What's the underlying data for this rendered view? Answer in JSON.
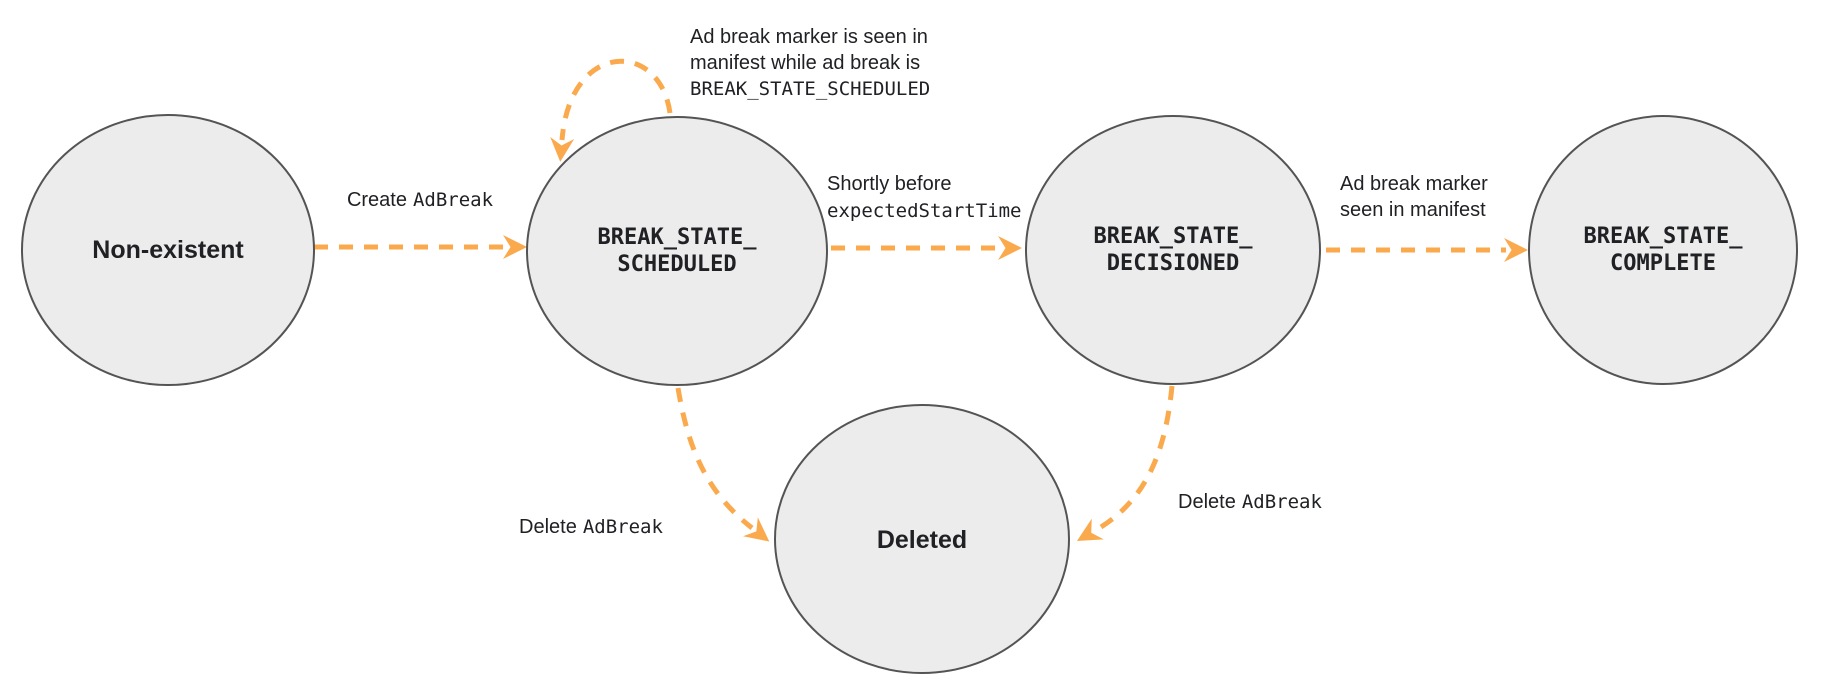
{
  "diagram": {
    "type": "state-diagram",
    "colors": {
      "arrow": "#faaa4d",
      "node_fill": "#ececec",
      "node_stroke": "#545454",
      "text": "#202124"
    },
    "nodes": {
      "non_existent": {
        "label": "Non-existent"
      },
      "scheduled": {
        "line1": "BREAK_STATE_",
        "line2": "SCHEDULED"
      },
      "decisioned": {
        "line1": "BREAK_STATE_",
        "line2": "DECISIONED"
      },
      "complete": {
        "line1": "BREAK_STATE_",
        "line2": "COMPLETE"
      },
      "deleted": {
        "label": "Deleted"
      }
    },
    "edges": {
      "create": {
        "from": "Non-existent",
        "to": "BREAK_STATE_SCHEDULED",
        "label_sans": "Create",
        "label_code": "AdBreak"
      },
      "self_loop": {
        "from": "BREAK_STATE_SCHEDULED",
        "to": "BREAK_STATE_SCHEDULED",
        "line1": "Ad break marker is seen in",
        "line2": "manifest while ad break is",
        "line3": "BREAK_STATE_SCHEDULED"
      },
      "to_decisioned": {
        "from": "BREAK_STATE_SCHEDULED",
        "to": "BREAK_STATE_DECISIONED",
        "line1": "Shortly before",
        "line2": "expectedStartTime"
      },
      "to_complete": {
        "from": "BREAK_STATE_DECISIONED",
        "to": "BREAK_STATE_COMPLETE",
        "line1": "Ad break marker",
        "line2": "seen in manifest"
      },
      "delete_from_scheduled": {
        "from": "BREAK_STATE_SCHEDULED",
        "to": "Deleted",
        "label_sans": "Delete",
        "label_code": "AdBreak"
      },
      "delete_from_decisioned": {
        "from": "BREAK_STATE_DECISIONED",
        "to": "Deleted",
        "label_sans": "Delete",
        "label_code": "AdBreak"
      }
    }
  }
}
